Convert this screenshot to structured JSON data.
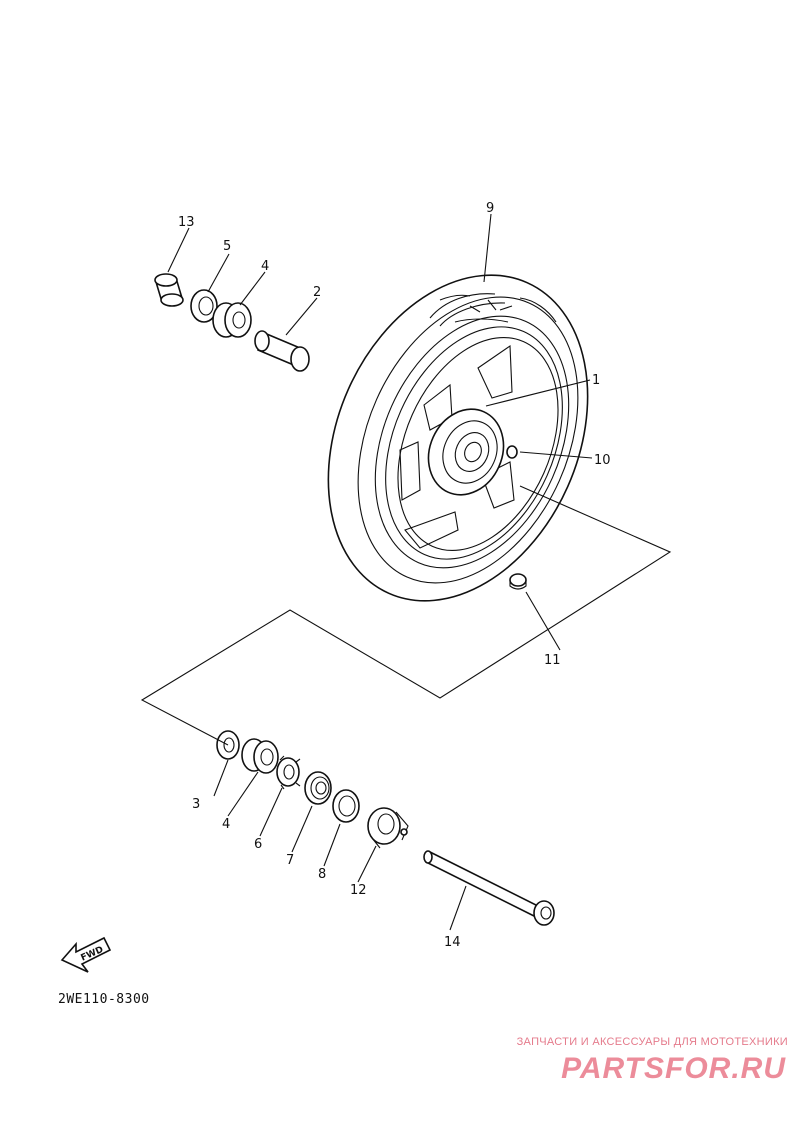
{
  "diagram": {
    "callouts": {
      "c1": "1",
      "c2": "2",
      "c3": "3",
      "c4a": "4",
      "c4b": "4",
      "c5": "5",
      "c6": "6",
      "c7": "7",
      "c8": "8",
      "c9": "9",
      "c10": "10",
      "c11": "11",
      "c12": "12",
      "c13": "13",
      "c14": "14"
    },
    "fwd_label": "FWD",
    "drawing_code": "2WE110-8300"
  },
  "watermark": {
    "tagline": "ЗАПЧАСТИ И АКСЕССУАРЫ ДЛЯ МОТОТЕХНИКИ",
    "logo": "PARTSFOR.RU"
  }
}
